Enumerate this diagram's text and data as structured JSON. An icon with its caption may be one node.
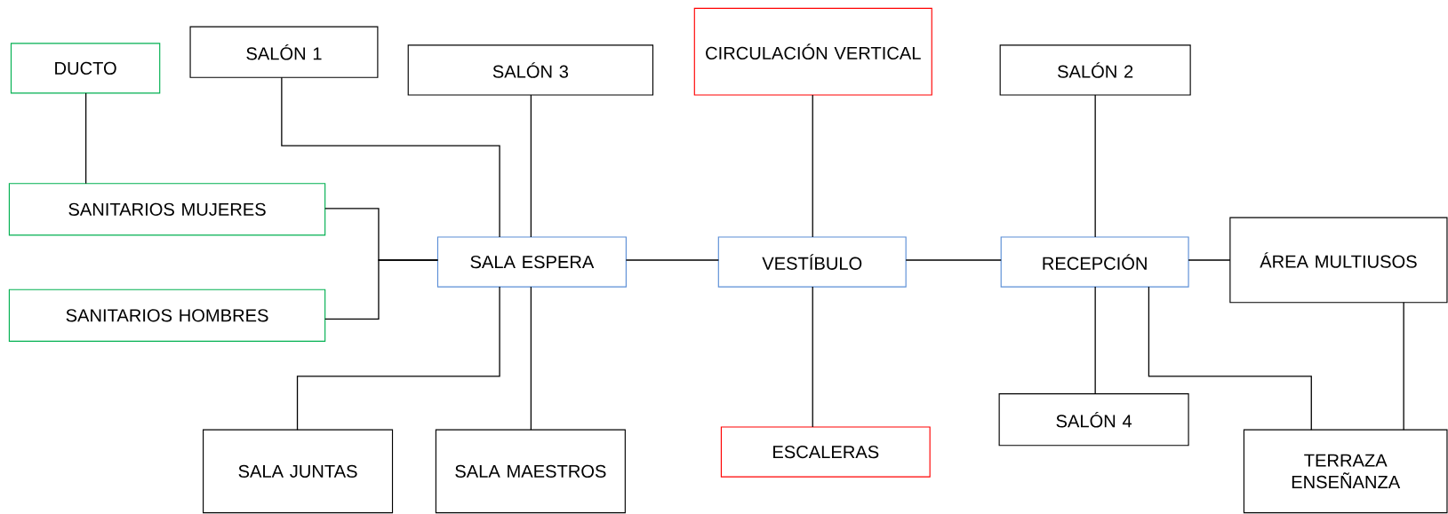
{
  "diagram": {
    "nodes": [
      {
        "text": [
          "DUCTO"
        ]
      },
      {
        "text": [
          "SALÓN 1"
        ]
      },
      {
        "text": [
          "SALÓN 3"
        ]
      },
      {
        "text": [
          "CIRCULACIÓN VERTICAL"
        ]
      },
      {
        "text": [
          "SALÓN 2"
        ]
      },
      {
        "text": [
          "SANITARIOS MUJERES"
        ]
      },
      {
        "text": [
          "SANITARIOS HOMBRES"
        ]
      },
      {
        "text": [
          "SALA ESPERA"
        ]
      },
      {
        "text": [
          "VESTÍBULO"
        ]
      },
      {
        "text": [
          "RECEPCIÓN"
        ]
      },
      {
        "text": [
          "ÁREA MULTIUSOS"
        ]
      },
      {
        "text": [
          "SALÓN 4"
        ]
      },
      {
        "text": [
          "SALA JUNTAS"
        ]
      },
      {
        "text": [
          "SALA MAESTROS"
        ]
      },
      {
        "text": [
          "ESCALERAS"
        ]
      },
      {
        "text": [
          "TERRAZA ENSEÑANZA"
        ]
      }
    ],
    "edges": [
      {
        "from": 0,
        "to": 5,
        "arrow": "none"
      },
      {
        "from": 1,
        "to": 7,
        "arrow": "none"
      },
      {
        "from": 2,
        "to": 7,
        "arrow": "none"
      },
      {
        "from": 5,
        "to": 7,
        "arrow": "none"
      },
      {
        "from": 6,
        "to": 7,
        "arrow": "none"
      },
      {
        "from": 7,
        "to": 8,
        "arrow": "none"
      },
      {
        "from": 8,
        "to": 3,
        "arrow": "none"
      },
      {
        "from": 8,
        "to": 14,
        "arrow": "none"
      },
      {
        "from": 8,
        "to": 9,
        "arrow": "none"
      },
      {
        "from": 9,
        "to": 4,
        "arrow": "none"
      },
      {
        "from": 9,
        "to": 10,
        "arrow": "none"
      },
      {
        "from": 9,
        "to": 11,
        "arrow": "none"
      },
      {
        "from": 9,
        "to": 15,
        "arrow": "none"
      },
      {
        "from": 10,
        "to": 15,
        "arrow": "none"
      },
      {
        "from": 7,
        "to": 12,
        "arrow": "none"
      },
      {
        "from": 7,
        "to": 13,
        "arrow": "none"
      }
    ]
  }
}
